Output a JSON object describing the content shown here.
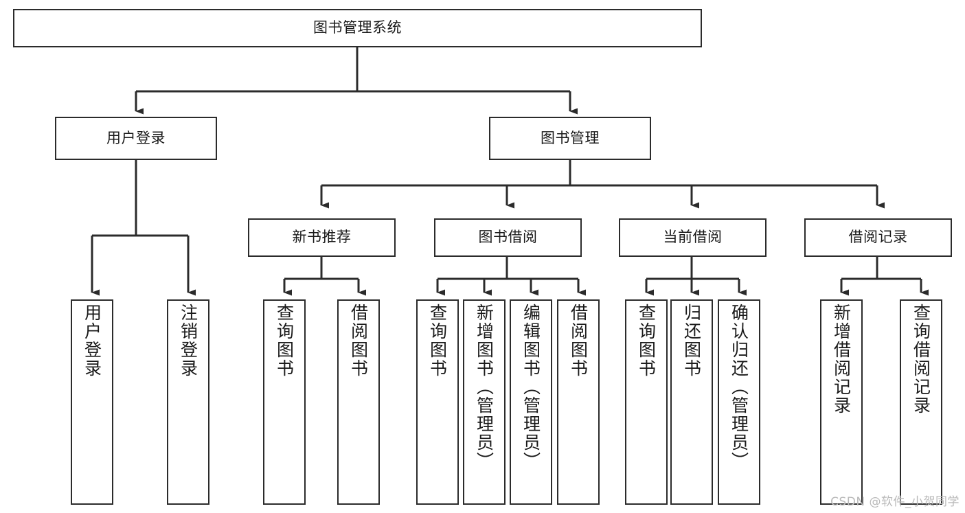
{
  "diagram": {
    "title": "图书管理系统",
    "watermark": "CSDN @软件_小贺同学",
    "colors": {
      "box_border": "#2b2b2b",
      "box_fill": "#ffffff",
      "connector": "#2b2b2b",
      "text": "#1a1a1a",
      "watermark": "#b9b9b9"
    },
    "root": {
      "label": "图书管理系统"
    },
    "level2": [
      {
        "id": "user-login",
        "label": "用户登录"
      },
      {
        "id": "book-management",
        "label": "图书管理"
      }
    ],
    "level3": [
      {
        "id": "new-book-recommend",
        "label": "新书推荐"
      },
      {
        "id": "book-borrow",
        "label": "图书借阅"
      },
      {
        "id": "current-borrow",
        "label": "当前借阅"
      },
      {
        "id": "borrow-record",
        "label": "借阅记录"
      }
    ],
    "leaves": {
      "user_login": [
        {
          "id": "leaf-user-login",
          "label": "用户登录"
        },
        {
          "id": "leaf-logout-login",
          "label": "注销登录"
        }
      ],
      "new_book_recommend": [
        {
          "id": "leaf-query-book-1",
          "label": "查询图书"
        },
        {
          "id": "leaf-borrow-book-1",
          "label": "借阅图书"
        }
      ],
      "book_borrow": [
        {
          "id": "leaf-query-book-2",
          "label": "查询图书"
        },
        {
          "id": "leaf-add-book",
          "label": "新增图书（管理员）"
        },
        {
          "id": "leaf-edit-book",
          "label": "编辑图书（管理员）"
        },
        {
          "id": "leaf-borrow-book-2",
          "label": "借阅图书"
        }
      ],
      "current_borrow": [
        {
          "id": "leaf-query-book-3",
          "label": "查询图书"
        },
        {
          "id": "leaf-return-book",
          "label": "归还图书"
        },
        {
          "id": "leaf-confirm-return",
          "label": "确认归还（管理员）"
        }
      ],
      "borrow_record": [
        {
          "id": "leaf-add-record",
          "label": "新增借阅记录"
        },
        {
          "id": "leaf-query-record",
          "label": "查询借阅记录"
        }
      ]
    }
  }
}
